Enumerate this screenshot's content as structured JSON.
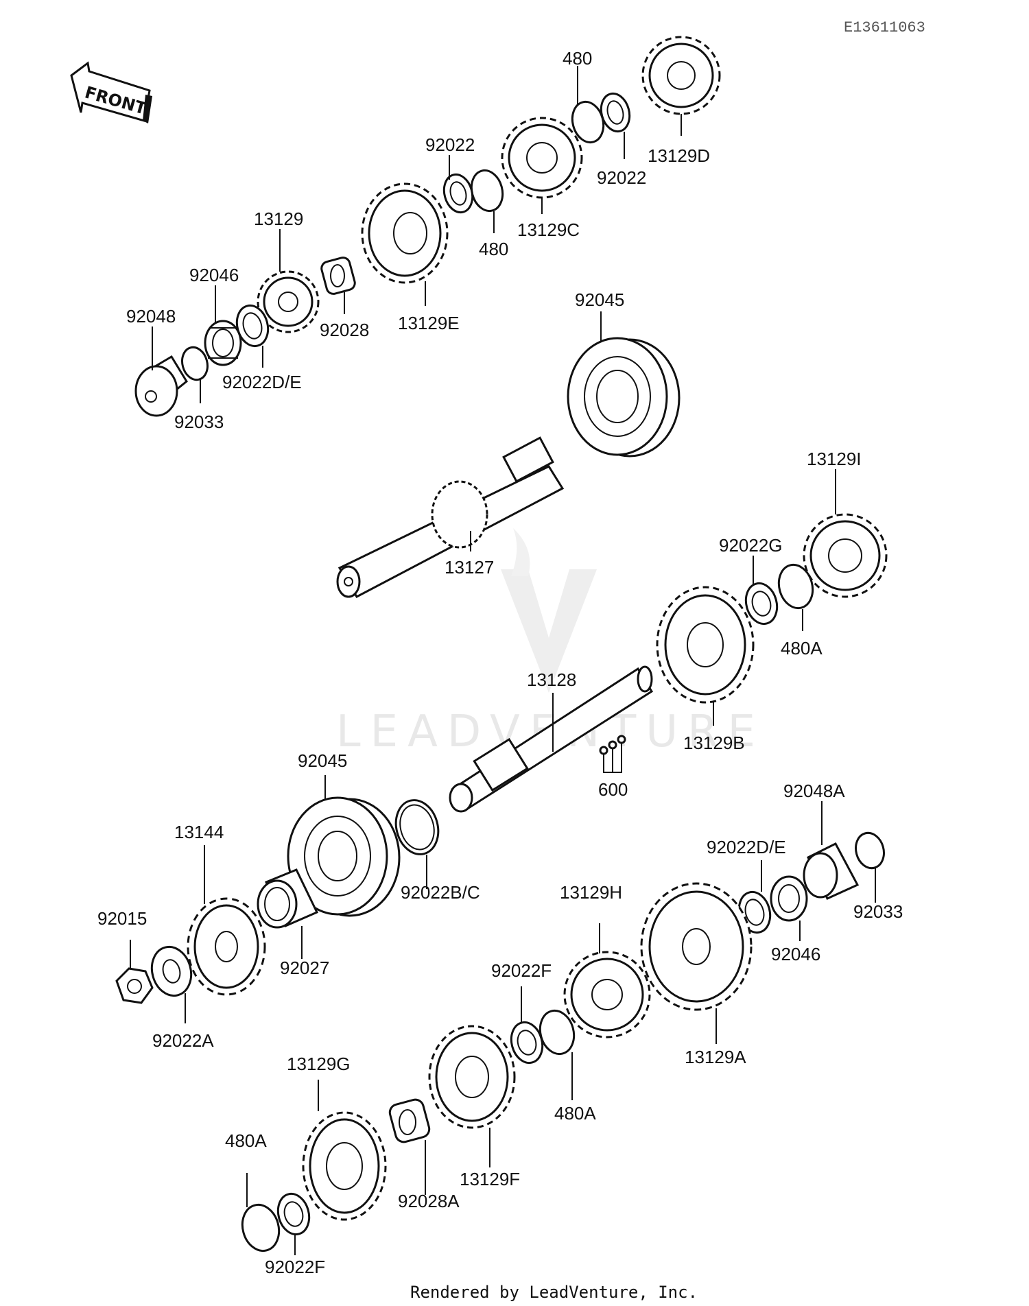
{
  "ref_code": "E13611063",
  "front_label": "FRONT",
  "watermark": "LEADVENTURE",
  "footer": "Rendered by LeadVenture, Inc.",
  "callouts": {
    "c480_top": "480",
    "c92022_top_left": "92022",
    "c13129D": "13129D",
    "c92022_top_right": "92022",
    "c480_mid": "480",
    "c13129C": "13129C",
    "c13129": "13129",
    "c92046_top": "92046",
    "c92048": "92048",
    "c92028": "92028",
    "c13129E": "13129E",
    "c92022DE_top": "92022D/E",
    "c92033_top": "92033",
    "c92045_top": "92045",
    "c13129I": "13129I",
    "c92022G": "92022G",
    "c13127": "13127",
    "c480A_right": "480A",
    "c13128": "13128",
    "c13129B": "13129B",
    "c600": "600",
    "c92045_bottom": "92045",
    "c92048A": "92048A",
    "c13144": "13144",
    "c92022DE_bottom": "92022D/E",
    "c92022BC": "92022B/C",
    "c92033_bottom": "92033",
    "c13129H": "13129H",
    "c92015": "92015",
    "c92027": "92027",
    "c92046_bottom": "92046",
    "c92022F_mid": "92022F",
    "c92022A": "92022A",
    "c13129A": "13129A",
    "c13129G": "13129G",
    "c480A_mid": "480A",
    "c480A_bottom": "480A",
    "c92028A": "92028A",
    "c13129F": "13129F",
    "c92022F_bottom": "92022F"
  }
}
